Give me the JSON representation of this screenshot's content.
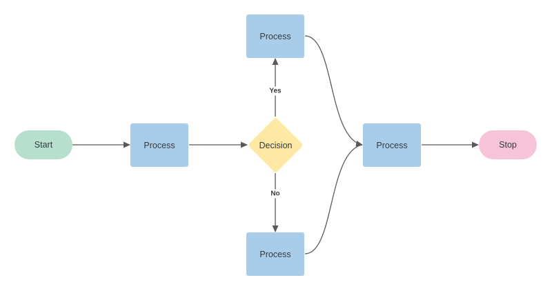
{
  "diagram": {
    "nodes": {
      "start": {
        "label": "Start",
        "shape": "terminator",
        "color": "#b6e0cd"
      },
      "process_1": {
        "label": "Process",
        "shape": "process",
        "color": "#a9cce9"
      },
      "decision": {
        "label": "Decision",
        "shape": "decision",
        "color": "#fde9a4"
      },
      "process_yes": {
        "label": "Process",
        "shape": "process",
        "color": "#a9cce9"
      },
      "process_no": {
        "label": "Process",
        "shape": "process",
        "color": "#a9cce9"
      },
      "process_merge": {
        "label": "Process",
        "shape": "process",
        "color": "#a9cce9"
      },
      "stop": {
        "label": "Stop",
        "shape": "terminator",
        "color": "#f6c3d8"
      }
    },
    "edges": [
      {
        "from": "start",
        "to": "process_1",
        "label": ""
      },
      {
        "from": "process_1",
        "to": "decision",
        "label": ""
      },
      {
        "from": "decision",
        "to": "process_yes",
        "label": "Yes"
      },
      {
        "from": "decision",
        "to": "process_no",
        "label": "No"
      },
      {
        "from": "process_yes",
        "to": "process_merge",
        "label": ""
      },
      {
        "from": "process_no",
        "to": "process_merge",
        "label": ""
      },
      {
        "from": "process_merge",
        "to": "stop",
        "label": ""
      }
    ],
    "edge_color": "#595959"
  }
}
